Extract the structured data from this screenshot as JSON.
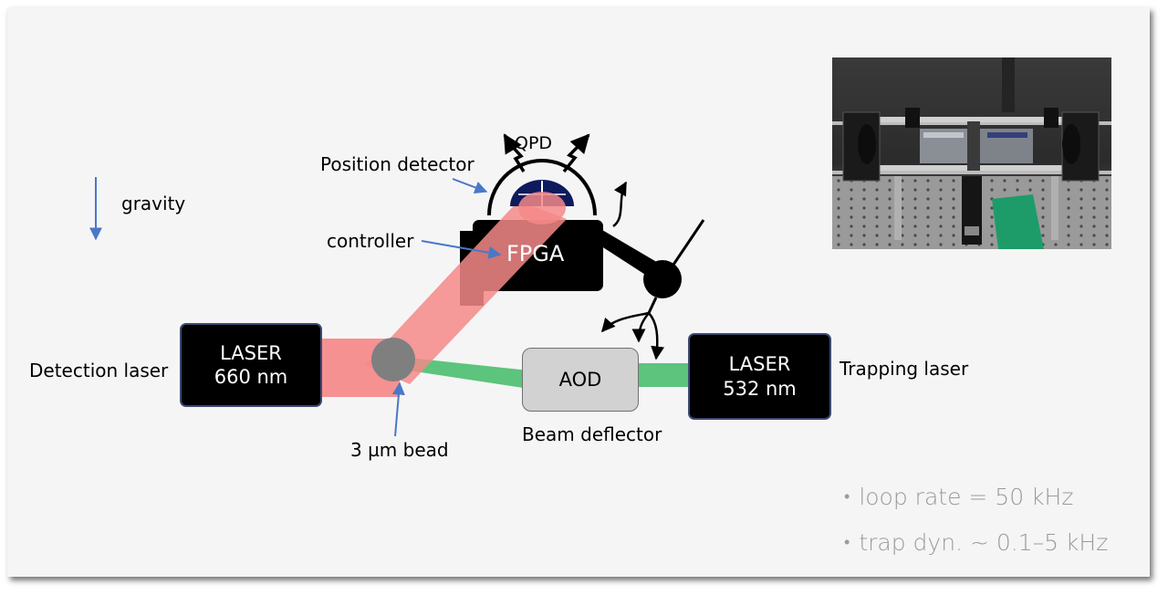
{
  "labels": {
    "qpd": "QPD",
    "position_detector": "Position detector",
    "gravity": "gravity",
    "controller": "controller",
    "fpga": "FPGA",
    "detection_laser": "Detection laser",
    "trapping_laser": "Trapping laser",
    "bead": "3 µm bead",
    "beam_deflector": "Beam deflector",
    "aod": "AOD"
  },
  "lasers": {
    "detection": "LASER\n660 nm",
    "trapping": "LASER\n532 nm"
  },
  "bullets": [
    "loop rate = 50 kHz",
    "trap dyn. ~ 0.1–5 kHz"
  ],
  "colors": {
    "red_beam": "#f48888",
    "green_beam": "#5cc47c",
    "annotation_arrow": "#4a78c8",
    "laser_box": "#000000",
    "aod_box": "#d2d2d2",
    "bead": "#7f7f7f",
    "bullet_text": "#9a9a9a"
  }
}
